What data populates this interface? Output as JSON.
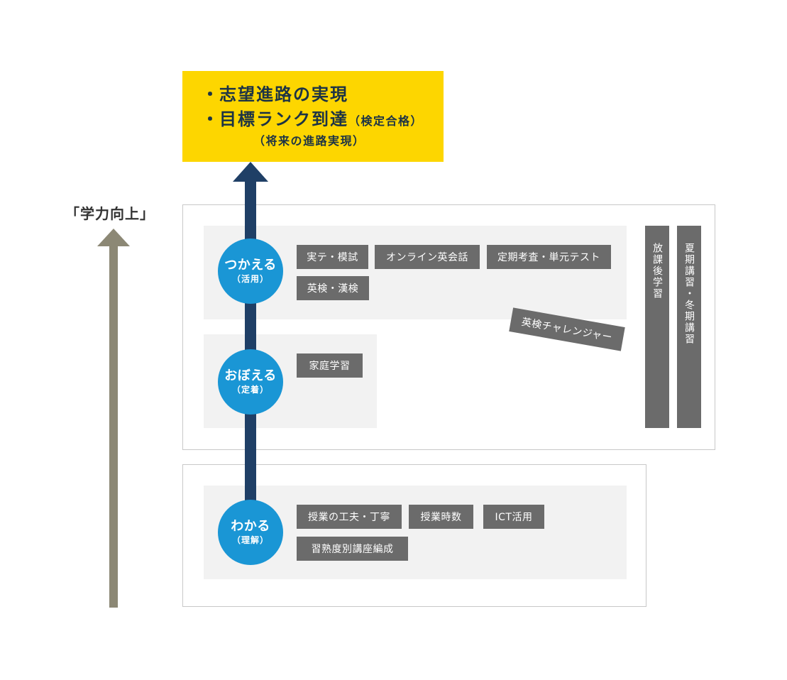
{
  "goal": {
    "bullet": "・",
    "line1": "志望進路の実現",
    "line2": "目標ランク到達",
    "line2_note": "（検定合格）",
    "line3": "（将来の進路実現）"
  },
  "side_label": "「学力向上」",
  "stages": {
    "use": {
      "title": "つかえる",
      "sub": "（活用）"
    },
    "memorize": {
      "title": "おぼえる",
      "sub": "（定着）"
    },
    "understand": {
      "title": "わかる",
      "sub": "（理解）"
    }
  },
  "tags": {
    "use": [
      "実テ・模試",
      "オンライン英会話",
      "定期考査・単元テスト",
      "英検・漢検"
    ],
    "memorize": [
      "家庭学習"
    ],
    "understand": [
      "授業の工夫・丁寧",
      "授業時数",
      "ICT活用",
      "習熟度別講座編成"
    ],
    "challenger": "英検チャレンジャー"
  },
  "side_programs": [
    "放課後学習",
    "夏期講習・冬期講習"
  ],
  "colors": {
    "goal_bg": "#FDD600",
    "goal_text": "#1c3345",
    "stage_circle": "#1a96d5",
    "tag_bg": "#6b6b6b",
    "panel_bg": "#f2f2f2",
    "frame_border": "#c8c8c8",
    "progress_arrow": "#1f3f66",
    "side_arrow": "#8c8875",
    "label_text": "#333333"
  }
}
